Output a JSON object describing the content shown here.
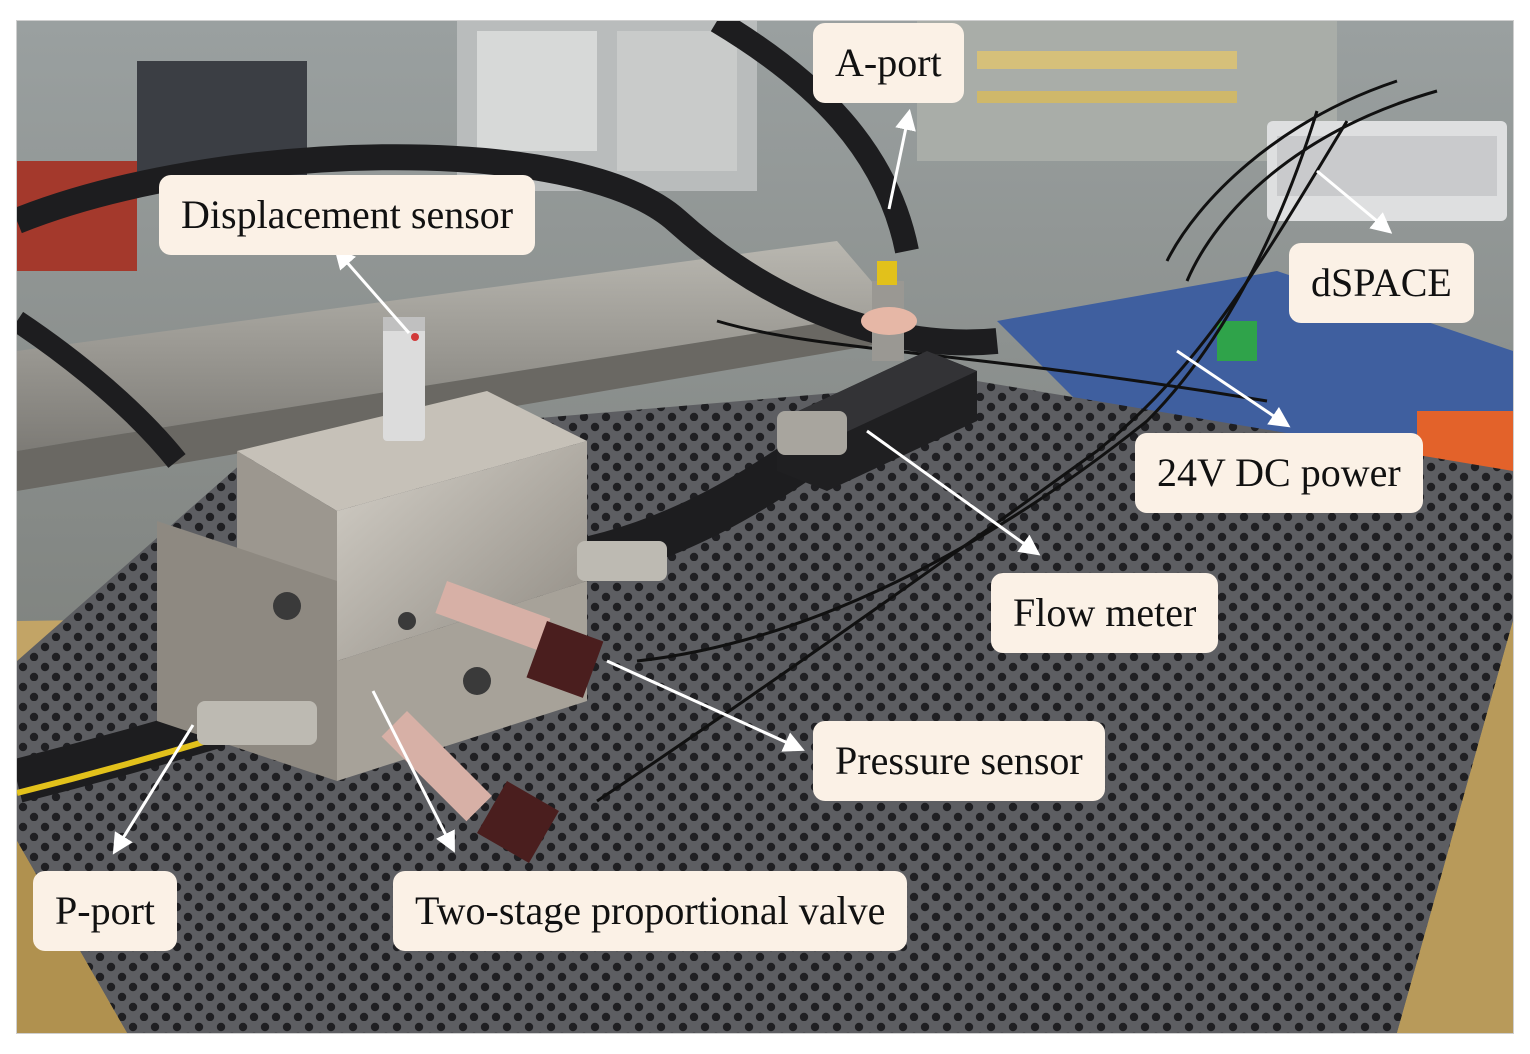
{
  "labels": {
    "a_port": "A-port",
    "displacement_sensor": "Displacement sensor",
    "dspace": "dSPACE",
    "dc_power": "24V DC power",
    "flow_meter": "Flow meter",
    "pressure_sensor": "Pressure sensor",
    "p_port": "P-port",
    "valve": "Two-stage proportional valve"
  },
  "colors": {
    "label_bg": "#fbf1e6",
    "arrow": "#ffffff",
    "perforated_plate": "#55565a",
    "valve_body": "#b8b2a8",
    "hose": "#1d1d1f",
    "bench_wood": "#c2a466"
  }
}
